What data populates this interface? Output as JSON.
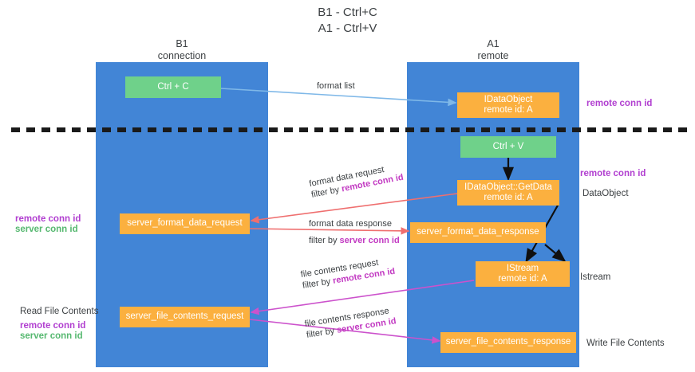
{
  "title": {
    "line1": "B1 - Ctrl+C",
    "line2": "A1 - Ctrl+V"
  },
  "columns": [
    {
      "name": "B1",
      "sub": "connection"
    },
    {
      "name": "A1",
      "sub": "remote"
    }
  ],
  "nodes": {
    "ctrl_c": {
      "line1": "Ctrl + C"
    },
    "idataobject": {
      "line1": "IDataObject",
      "line2": "remote id: A"
    },
    "ctrl_v": {
      "line1": "Ctrl + V"
    },
    "getdata": {
      "line1": "IDataObject::GetData",
      "line2": "remote id: A"
    },
    "server_format_data_request": {
      "line1": "server_format_data_request"
    },
    "server_format_data_response": {
      "line1": "server_format_data_response"
    },
    "istream": {
      "line1": "IStream",
      "line2": "remote id: A"
    },
    "server_file_contents_request": {
      "line1": "server_file_contents_request"
    },
    "server_file_contents_response": {
      "line1": "server_file_contents_response"
    }
  },
  "edges": {
    "format_list": {
      "label": "format list"
    },
    "format_data_request": {
      "label": "format data request",
      "filter_prefix": "filter by ",
      "filter_key": "remote conn id"
    },
    "format_data_response": {
      "label": "format data response",
      "filter_prefix": "filter by ",
      "filter_key": "server conn id"
    },
    "file_contents_request": {
      "label": "file contents request",
      "filter_prefix": "filter by ",
      "filter_key": "remote conn id"
    },
    "file_contents_response": {
      "label": "file contents response",
      "filter_prefix": "filter by ",
      "filter_key": "server conn id"
    }
  },
  "annotations": {
    "right_remote_conn_id_top": "remote conn id",
    "right_remote_conn_id_mid": "remote conn id",
    "right_dataobject": "DataObject",
    "right_istream": "Istream",
    "right_write_file_contents": "Write File Contents",
    "left_remote_conn_id_mid": "remote conn id",
    "left_server_conn_id_mid": "server conn id",
    "left_read_file_contents": "Read File Contents",
    "left_remote_conn_id_bottom": "remote conn id",
    "left_server_conn_id_bottom": "server conn id"
  },
  "colors": {
    "lane": "#4285d6",
    "green_node": "#6fd18a",
    "orange_node": "#fbb03f",
    "purple": "#b13fd0",
    "green_text": "#56b870",
    "red_arrow": "#ef6f6f",
    "blue_arrow": "#7fb8e8",
    "magenta_arrow": "#cc52cc",
    "black_arrow": "#101010",
    "divider": "#1a1a1a"
  }
}
